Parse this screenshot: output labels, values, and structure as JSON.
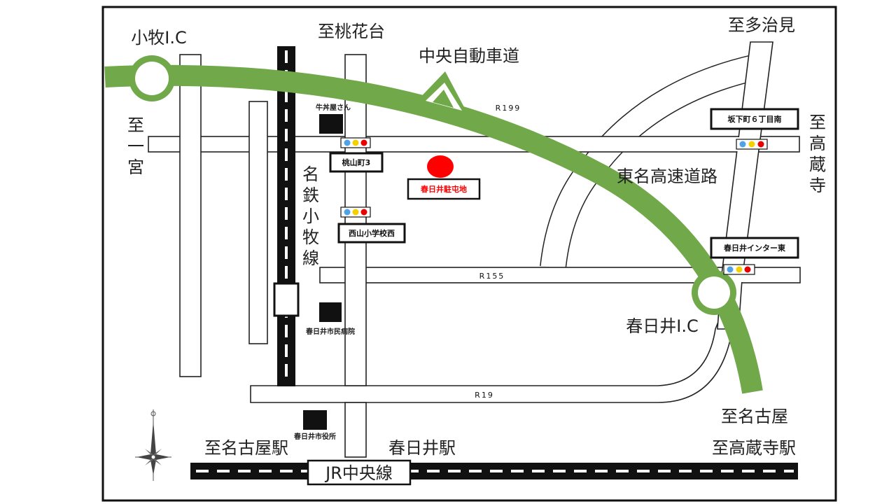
{
  "map": {
    "places": {
      "komaki_ic": "小牧I.C",
      "to_momohanadai": "至桃花台",
      "chuo_expressway": "中央自動車道",
      "to_tajimi": "至多治見",
      "to_ichinomiya": "至一宮",
      "to_kozoji": "至高蔵寺",
      "meitetsu_komaki_line": "名鉄小牧線",
      "tomei_expressway": "東名高速道路",
      "kasugai_ic": "春日井I.C",
      "to_nagoya": "至名古屋",
      "to_nagoya_station": "至名古屋駅",
      "kasugai_station": "春日井駅",
      "to_kozoji_station": "至高蔵寺駅",
      "jr_chuo_line": "JR中央線"
    },
    "routes": {
      "r199": "R199",
      "r155": "R155",
      "r19": "R19"
    },
    "landmarks": {
      "gyudon": "牛丼屋さん",
      "hospital": "春日井市民病院",
      "city_hall": "春日井市役所",
      "destination": "春日井駐屯地"
    },
    "intersections": {
      "momoyama3": "桃山町3",
      "nishiyama_school": "西山小学校西",
      "sakashita6": "坂下町６丁目南",
      "kasugai_ic_east": "春日井インター東"
    },
    "colors": {
      "expressway": "#70a84a",
      "destination": "#ff0000",
      "signal_blue": "#4da3e6",
      "signal_yellow": "#f5d000",
      "signal_red": "#e60000"
    }
  }
}
